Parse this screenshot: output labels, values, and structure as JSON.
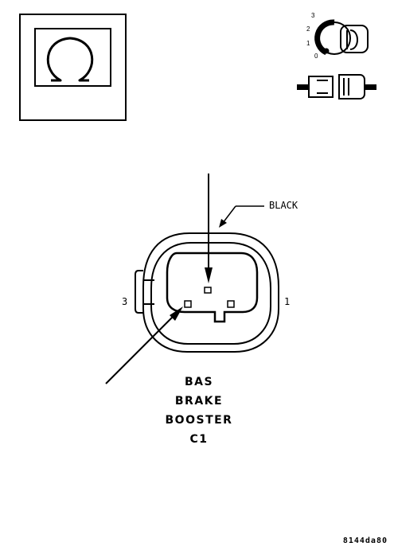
{
  "labels": {
    "color": "BLACK",
    "pin_left": "3",
    "pin_right": "1"
  },
  "connector_name": {
    "line1": "BAS",
    "line2": "BRAKE",
    "line3": "BOOSTER",
    "line4": "C1"
  },
  "ignition_key": {
    "pos3": "3",
    "pos2": "2",
    "pos1": "1",
    "pos0": "0"
  },
  "figure_code": "8144da80",
  "icons": {
    "top_left": "ohm-meter-icon",
    "top_right_key": "ignition-key-icon",
    "top_right_connector": "disconnect-connector-icon"
  }
}
